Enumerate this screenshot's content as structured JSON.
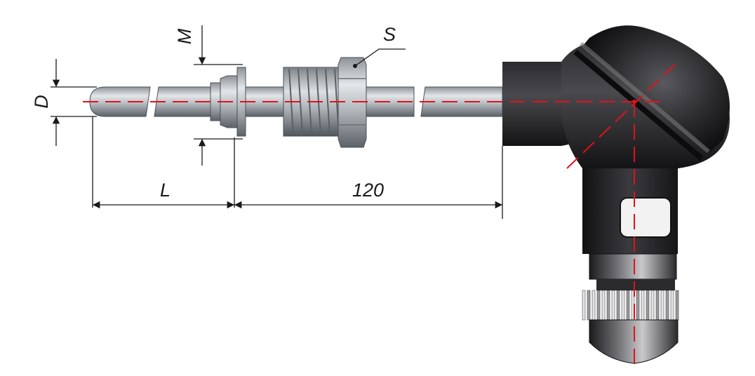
{
  "labels": {
    "D": "D",
    "M": "M",
    "S": "S",
    "L": "L",
    "length_120": "120"
  },
  "colors": {
    "axis": "#e0121b",
    "steel_light": "#d6dadd",
    "steel_mid": "#a9afb4",
    "steel_dark": "#5f666c",
    "head_dark": "#1c1c1e",
    "head_mid": "#3a3a3d",
    "dim_line": "#1a1a1a",
    "window": "#f2f2f2"
  }
}
